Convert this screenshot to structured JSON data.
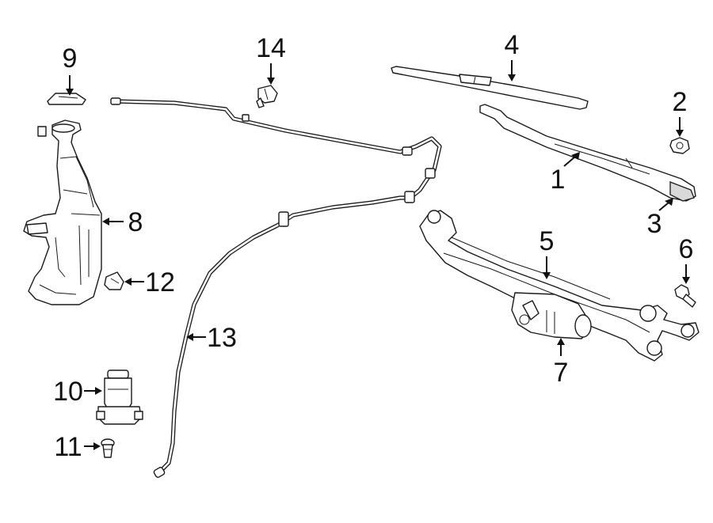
{
  "diagram": {
    "callouts": [
      {
        "id": "1",
        "label": "1"
      },
      {
        "id": "2",
        "label": "2"
      },
      {
        "id": "3",
        "label": "3"
      },
      {
        "id": "4",
        "label": "4"
      },
      {
        "id": "5",
        "label": "5"
      },
      {
        "id": "6",
        "label": "6"
      },
      {
        "id": "7",
        "label": "7"
      },
      {
        "id": "8",
        "label": "8"
      },
      {
        "id": "9",
        "label": "9"
      },
      {
        "id": "10",
        "label": "10"
      },
      {
        "id": "11",
        "label": "11"
      },
      {
        "id": "12",
        "label": "12"
      },
      {
        "id": "13",
        "label": "13"
      },
      {
        "id": "14",
        "label": "14"
      }
    ],
    "parts": [
      {
        "id": "wiper-arm",
        "callout": "1"
      },
      {
        "id": "arm-nut",
        "callout": "2"
      },
      {
        "id": "arm-cap",
        "callout": "3"
      },
      {
        "id": "wiper-blade",
        "callout": "4"
      },
      {
        "id": "wiper-linkage",
        "callout": "5"
      },
      {
        "id": "linkage-bolt",
        "callout": "6"
      },
      {
        "id": "wiper-motor",
        "callout": "7"
      },
      {
        "id": "washer-reservoir",
        "callout": "8"
      },
      {
        "id": "reservoir-cap",
        "callout": "9"
      },
      {
        "id": "washer-pump",
        "callout": "10"
      },
      {
        "id": "pump-grommet",
        "callout": "11"
      },
      {
        "id": "reservoir-clip",
        "callout": "12"
      },
      {
        "id": "washer-hose",
        "callout": "13"
      },
      {
        "id": "washer-nozzle",
        "callout": "14"
      }
    ]
  }
}
